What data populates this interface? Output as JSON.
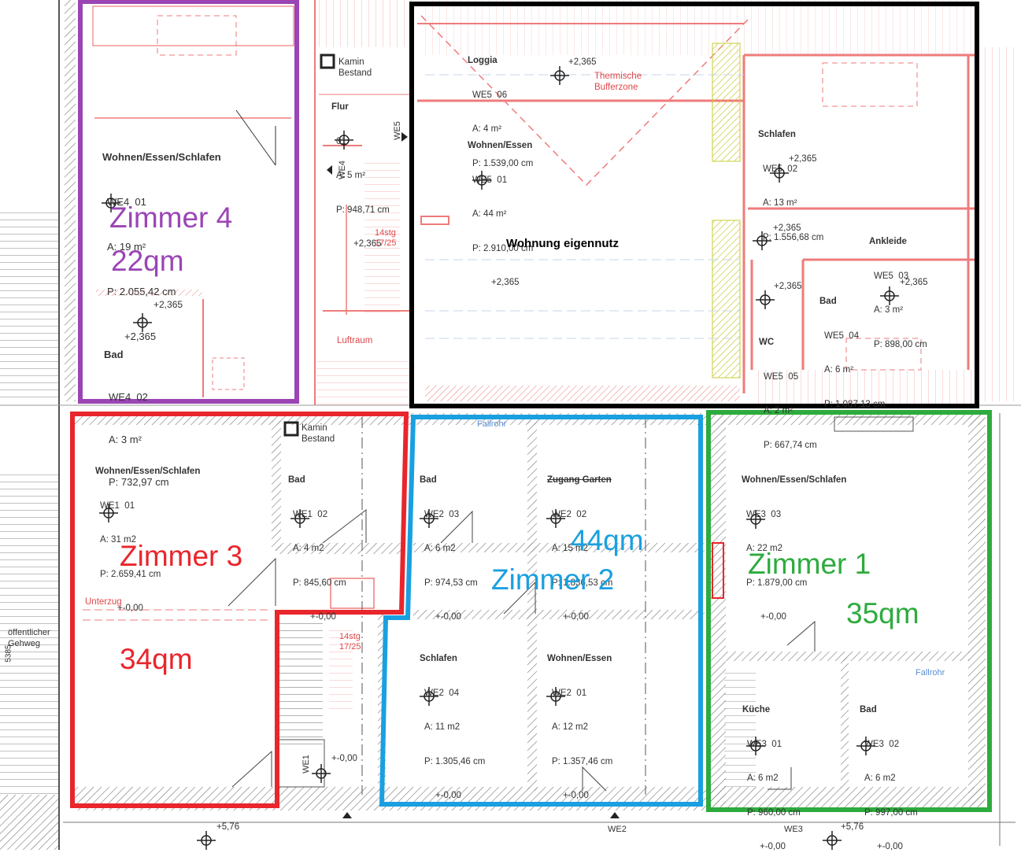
{
  "zone_labels": {
    "zimmer4": {
      "name": "Zimmer 4",
      "area": "22qm",
      "color": "#9b45b5"
    },
    "zimmer3": {
      "name": "Zimmer 3",
      "area": "34qm",
      "color": "#e8262c"
    },
    "zimmer2": {
      "name": "Zimmer 2",
      "area": "44qm",
      "color": "#1aa0e0"
    },
    "zimmer1": {
      "name": "Zimmer 1",
      "area": "35qm",
      "color": "#2eab3e"
    },
    "eigen": {
      "name": "Wohnung eigennutz",
      "color": "#000000"
    }
  },
  "plan_rooms": {
    "loggia": {
      "name": "Loggia",
      "id": "WE5  06",
      "area": "A: 4 m²",
      "perimeter": "P: 1.539,00 cm"
    },
    "wohnen_we5": {
      "name": "Wohnen/Essen",
      "id": "WE5  01",
      "area": "A: 44 m²",
      "perimeter": "P: 2.910,00 cm",
      "level": "+2,365"
    },
    "schlafen_we5": {
      "name": "Schlafen",
      "id": "WE5  02",
      "area": "A: 13 m²",
      "perimeter": "P: 1.556,68 cm"
    },
    "ankleide": {
      "name": "Ankleide",
      "id": "WE5  03",
      "area": "A: 3 m²",
      "perimeter": "P: 898,00 cm"
    },
    "bad_we5": {
      "name": "Bad",
      "id": "WE5  04",
      "area": "A: 6 m²",
      "perimeter": "P: 1.087,13 cm"
    },
    "wc_we5": {
      "name": "WC",
      "id": "WE5  05",
      "area": "A: 2 m²",
      "perimeter": "P: 667,74 cm"
    },
    "flur": {
      "name": "Flur",
      "id": "01",
      "area": "A: 5 m²",
      "perimeter": "P: 948,71 cm",
      "level": "+2,365"
    },
    "wohnen_we4": {
      "name": "Wohnen/Essen/Schlafen",
      "id": "WE4  01",
      "area": "A: 19 m²",
      "perimeter": "P: 2.055,42 cm",
      "level": "+2,365"
    },
    "bad_we4": {
      "name": "Bad",
      "id": "WE4  02",
      "area": "A: 3 m²",
      "perimeter": "P: 732,97 cm"
    },
    "wohnen_we1": {
      "name": "Wohnen/Essen/Schlafen",
      "id": "WE1  01",
      "area": "A: 31 m2",
      "perimeter": "P: 2.659,41 cm",
      "level": "+-0,00"
    },
    "bad_we1": {
      "name": "Bad",
      "id": "WE1  02",
      "area": "A: 4 m2",
      "perimeter": "P: 845,60 cm",
      "level": "+-0,00"
    },
    "bad_we2": {
      "name": "Bad",
      "id": "WE2  03",
      "area": "A: 6 m2",
      "perimeter": "P: 974,53 cm",
      "level": "+-0,00"
    },
    "zugang_we2": {
      "name": "Zugang Garten",
      "id": "WE2  02",
      "area": "A: 15 m2",
      "perimeter": "P: 1.836,53 cm",
      "level": "+-0,00"
    },
    "schlafen_we2": {
      "name": "Schlafen",
      "id": "WE2  04",
      "area": "A: 11 m2",
      "perimeter": "P: 1.305,46 cm",
      "level": "+-0,00"
    },
    "wohnen_we2": {
      "name": "Wohnen/Essen",
      "id": "WE2  01",
      "area": "A: 12 m2",
      "perimeter": "P: 1.357,46 cm",
      "level": "+-0,00"
    },
    "wohnen_we3": {
      "name": "Wohnen/Essen/Schlafen",
      "id": "WE3  03",
      "area": "A: 22 m2",
      "perimeter": "P: 1.879,00 cm",
      "level": "+-0,00"
    },
    "kueche_we3": {
      "name": "Küche",
      "id": "WE3  01",
      "area": "A: 6 m2",
      "perimeter": "P: 960,00 cm",
      "level": "+-0,00"
    },
    "bad_we3": {
      "name": "Bad",
      "id": "WE3  02",
      "area": "A: 6 m2",
      "perimeter": "P: 997,00 cm",
      "level": "+-0,00"
    }
  },
  "misc_labels": {
    "kamin_top": "Kamin\nBestand",
    "kamin_bottom": "Kamin\nBestand",
    "thermische": "Thermische\nBufferzone",
    "luftraum": "Luftraum",
    "unterzug": "Unterzug",
    "stair_top": "14stg\n17/25",
    "stair_bottom": "14stg\n17/25",
    "fallrohr_a": "Fallrohr",
    "fallrohr_b": "Fallrohr",
    "gehweg": "öffentlicher\nGehweg",
    "we5": "WE5",
    "we4": "WE4",
    "we1": "WE1",
    "we2": "WE2",
    "we3": "WE3",
    "level_a": "+2,365",
    "level_b": "+2,365",
    "level_c": "+2,365",
    "level_d": "+2,365",
    "level_e": "+2,365",
    "level_f": "+2,365",
    "level_g": "+-0,00",
    "level_h": "+5,76",
    "level_i": "+5,76",
    "dim_left": "5385"
  }
}
